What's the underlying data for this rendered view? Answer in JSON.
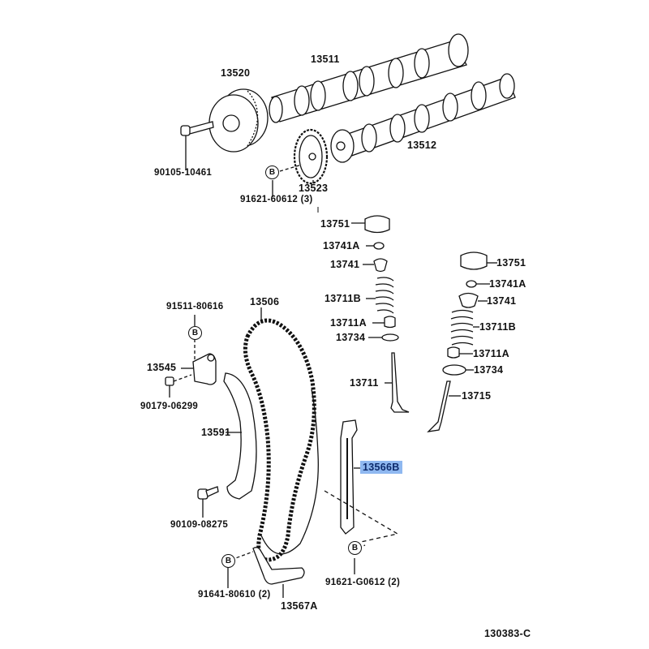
{
  "diagram": {
    "title": "Camshaft & Valve / Timing Chain parts diagram",
    "reference_code": "130383-C",
    "highlight_color": "#8fb8f0",
    "ref_marker": "B",
    "labels": {
      "p13511": "13511",
      "p13520": "13520",
      "p13512": "13512",
      "p90105": "90105-10461",
      "p13523": "13523",
      "p91621a": "91621-60612 (3)",
      "p13751a": "13751",
      "p13741Aa": "13741A",
      "p13741a": "13741",
      "p13711Ba": "13711B",
      "p13711Aa": "13711A",
      "p13734a": "13734",
      "p13711": "13711",
      "p13751b": "13751",
      "p13741Ab": "13741A",
      "p13741b": "13741",
      "p13711Bb": "13711B",
      "p13711Ab": "13711A",
      "p13734b": "13734",
      "p13715": "13715",
      "p91511": "91511-80616",
      "p13506": "13506",
      "p13545": "13545",
      "p90179": "90179-06299",
      "p13591": "13591",
      "p13566B": "13566B",
      "p90109": "90109-08275",
      "p91641": "91641-80610 (2)",
      "p13567A": "13567A",
      "p91621b": "91621-G0612 (2)"
    }
  }
}
